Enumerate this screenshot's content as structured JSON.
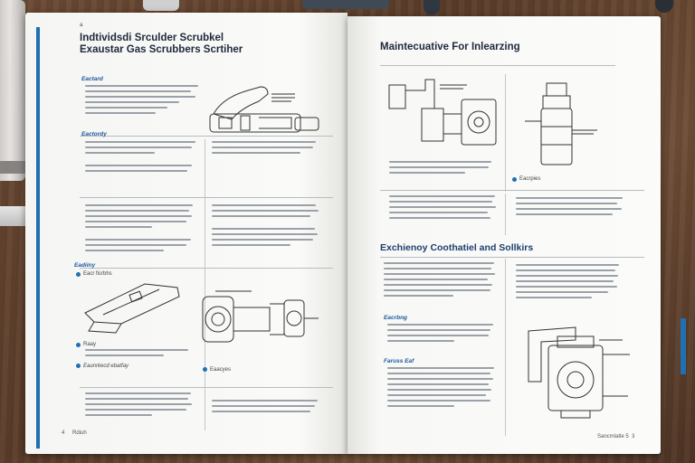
{
  "left_page": {
    "title_line1": "Indtividsdi Srculder Scrubkel",
    "title_line2": "Exaustar Gas Scrubbers Scrtiher",
    "corner_mark": "a",
    "sections": [
      {
        "label": "Eactard"
      },
      {
        "label": "Eactordy"
      },
      {
        "label": "Eadiiny"
      }
    ],
    "diagram_captions": [
      "Eacr ficrbhs",
      "Raay",
      "Eaunrkecd ebatfay",
      "Eaacyes"
    ],
    "footer": "Rdiuh",
    "footer_num": "4"
  },
  "right_page": {
    "title": "Maintecuative For Inlearzing",
    "caption_tl": "Eacrpies",
    "heading2": "Exchienoy Coothatiel and Sollkirs",
    "sub1": "Eacrbng",
    "sub2": "Faruss Eaf",
    "footer": "Sancmlatle 5",
    "footer_num": "3"
  },
  "colors": {
    "accent": "#1f6fb3",
    "heading": "#1d3f70"
  }
}
